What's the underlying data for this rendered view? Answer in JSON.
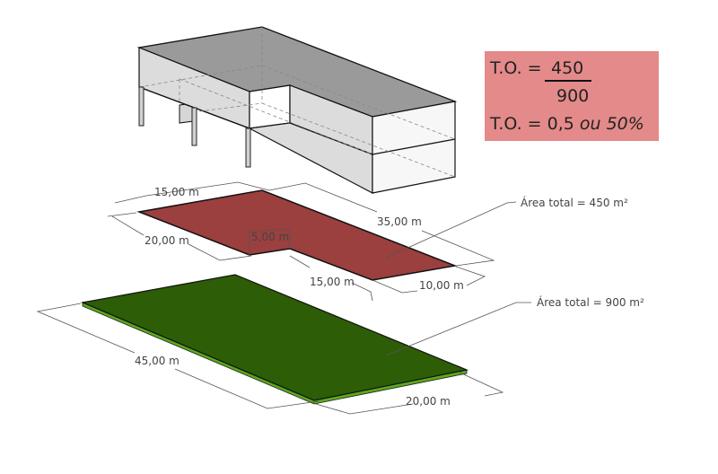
{
  "formula": {
    "line1_prefix": "T.O. =",
    "numerator": "450",
    "denominator": "900",
    "line3_prefix": "T.O. = 0,5",
    "line3_italic": "ou 50%"
  },
  "building_footprint": {
    "dimensions": [
      "15,00 m",
      "20,00 m",
      "5,00 m",
      "35,00 m",
      "15,00 m",
      "10,00 m"
    ],
    "area_label": "Área total = 450 m²"
  },
  "lot": {
    "dimensions": [
      "45,00 m",
      "20,00 m"
    ],
    "area_label": "Área total = 900 m²"
  },
  "colors": {
    "footprint": "#9b3f3f",
    "lot": "#2d5d06",
    "lot_edge": "#5aa81c",
    "formula_bg": "#e48a8a",
    "roof": "#9a9a9a",
    "wall": "#dcdcdc"
  }
}
